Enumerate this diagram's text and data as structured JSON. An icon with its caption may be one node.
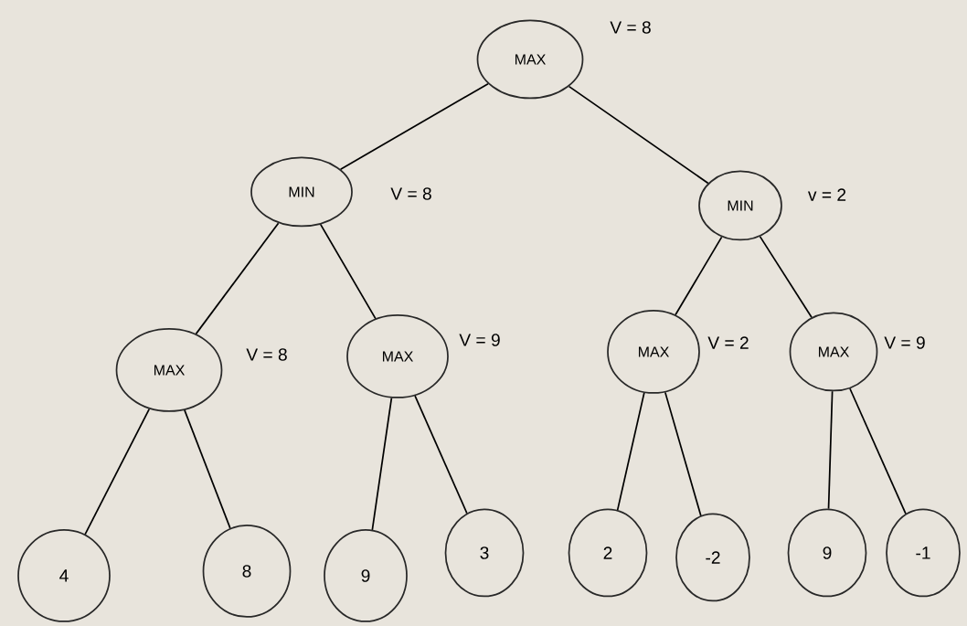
{
  "diagram": {
    "nodes": [
      {
        "text": [
          "MAX"
        ],
        "beside": [
          "V = 8"
        ]
      },
      {
        "text": [
          "MIN"
        ],
        "beside": [
          "V = 8"
        ]
      },
      {
        "text": [
          "MIN"
        ],
        "beside": [
          "v = 2"
        ]
      },
      {
        "text": [
          "MAX"
        ],
        "beside": [
          "V = 8"
        ]
      },
      {
        "text": [
          "MAX"
        ],
        "beside": [
          "V = 9"
        ]
      },
      {
        "text": [
          "MAX"
        ],
        "beside": [
          "V = 2"
        ]
      },
      {
        "text": [
          "MAX"
        ],
        "beside": [
          "V = 9"
        ]
      },
      {
        "text": [
          "4"
        ]
      },
      {
        "text": [
          "8"
        ]
      },
      {
        "text": [
          "9"
        ]
      },
      {
        "text": [
          "3"
        ]
      },
      {
        "text": [
          "2"
        ]
      },
      {
        "text": [
          "-2"
        ]
      },
      {
        "text": [
          "9"
        ]
      },
      {
        "text": [
          "-1"
        ]
      }
    ],
    "edges": [
      {
        "from": 0,
        "to": 1,
        "arrow": "none"
      },
      {
        "from": 0,
        "to": 2,
        "arrow": "none"
      },
      {
        "from": 1,
        "to": 3,
        "arrow": "none"
      },
      {
        "from": 1,
        "to": 4,
        "arrow": "none"
      },
      {
        "from": 2,
        "to": 5,
        "arrow": "none"
      },
      {
        "from": 2,
        "to": 6,
        "arrow": "none"
      },
      {
        "from": 3,
        "to": 7,
        "arrow": "none"
      },
      {
        "from": 3,
        "to": 8,
        "arrow": "none"
      },
      {
        "from": 4,
        "to": 9,
        "arrow": "none"
      },
      {
        "from": 4,
        "to": 10,
        "arrow": "none"
      },
      {
        "from": 5,
        "to": 11,
        "arrow": "none"
      },
      {
        "from": 5,
        "to": 12,
        "arrow": "none"
      },
      {
        "from": 6,
        "to": 13,
        "arrow": "none"
      },
      {
        "from": 6,
        "to": 14,
        "arrow": "none"
      }
    ]
  }
}
